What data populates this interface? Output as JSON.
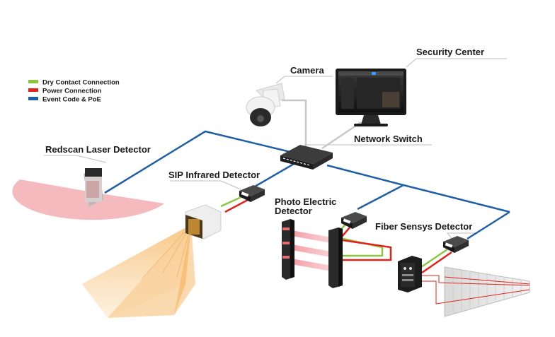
{
  "legend": {
    "items": [
      {
        "label": "Dry Contact Connection",
        "color": "#8cc63f"
      },
      {
        "label": "Power Connection",
        "color": "#e2231a"
      },
      {
        "label": "Event Code & PoE",
        "color": "#1f5fa8"
      }
    ]
  },
  "labels": {
    "security_center": "Security Center",
    "camera": "Camera",
    "network_switch": "Network Switch",
    "redscan": "Redscan Laser Detector",
    "sip": "SIP Infrared Detector",
    "photo_line1": "Photo Electric",
    "photo_line2": "Detector",
    "fiber": "Fiber Sensys Detector"
  },
  "colors": {
    "dry_contact": "#8cc63f",
    "power": "#e2231a",
    "network": "#1f5fa8",
    "leader": "#bdbdbd",
    "laser_zone": "#f2a3a8",
    "infrared_zone": "#f8c98a"
  }
}
